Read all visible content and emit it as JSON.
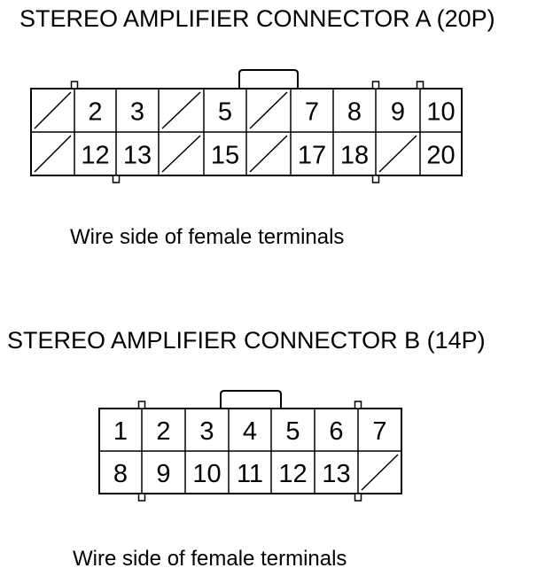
{
  "connector_a": {
    "title": "STEREO AMPLIFIER CONNECTOR A (20P)",
    "caption": "Wire side of female terminals",
    "rows": [
      [
        "",
        "2",
        "3",
        "",
        "5",
        "",
        "7",
        "8",
        "9",
        "10"
      ],
      [
        "",
        "12",
        "13",
        "",
        "15",
        "",
        "17",
        "18",
        "",
        "20"
      ]
    ]
  },
  "connector_b": {
    "title": "STEREO AMPLIFIER CONNECTOR B (14P)",
    "caption": "Wire side of female terminals",
    "rows": [
      [
        "1",
        "2",
        "3",
        "4",
        "5",
        "6",
        "7"
      ],
      [
        "8",
        "9",
        "10",
        "11",
        "12",
        "13",
        ""
      ]
    ]
  }
}
